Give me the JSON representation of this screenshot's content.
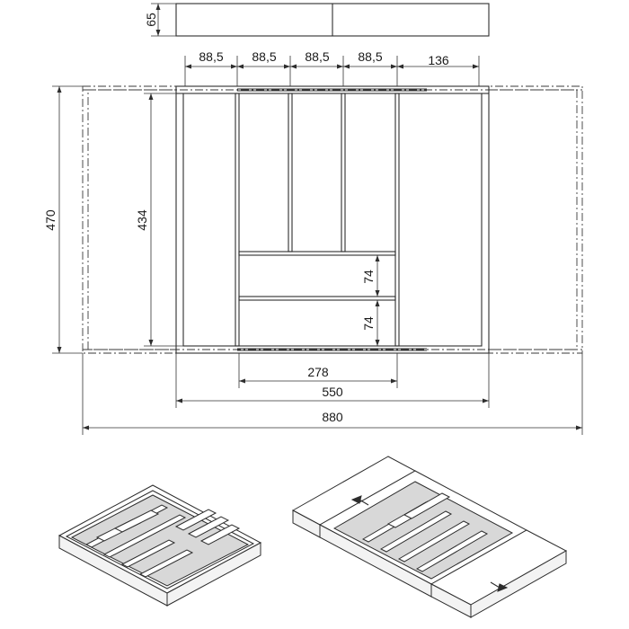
{
  "dimensions": {
    "height_side": "65",
    "compartment_1": "88,5",
    "compartment_2": "88,5",
    "compartment_3": "88,5",
    "compartment_4": "88,5",
    "compartment_right": "136",
    "depth_max": "470",
    "depth_inner": "434",
    "small_tray_1": "74",
    "small_tray_2": "74",
    "tray_width": "278",
    "width_min": "550",
    "width_max": "880"
  },
  "colors": {
    "line": "#2d2d2d",
    "background": "#ffffff"
  }
}
